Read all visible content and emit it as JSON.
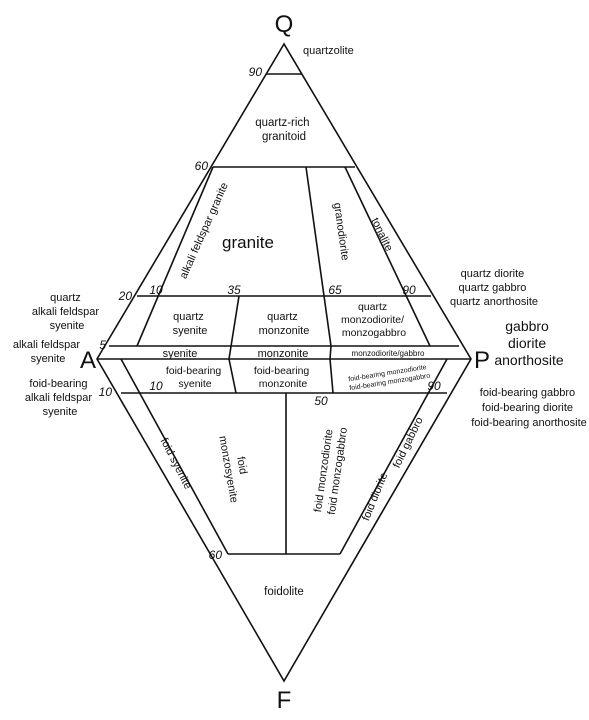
{
  "vertices": {
    "q": "Q",
    "a": "A",
    "p": "P",
    "f": "F"
  },
  "ticks": {
    "q90": "90",
    "q60": "60",
    "q20": "20",
    "q5": "5",
    "s10": "10",
    "s35": "35",
    "s65": "65",
    "s90": "90",
    "f10_left": "10",
    "f10_bottom": "10",
    "f50": "50",
    "f90": "90",
    "f60": "60"
  },
  "fields": {
    "quartzolite": "quartzolite",
    "quartz_rich": [
      "quartz-rich",
      "granitoid"
    ],
    "alkali_feldspar_granite": "alkali feldspar granite",
    "granite": "granite",
    "granodiorite": "granodiorite",
    "tonalite": "tonalite",
    "quartz_syenite": [
      "quartz",
      "syenite"
    ],
    "quartz_monzonite": [
      "quartz",
      "monzonite"
    ],
    "quartz_monzodiorite": [
      "quartz",
      "monzodiorite/",
      "monzogabbro"
    ],
    "syenite": "syenite",
    "monzonite": "monzonite",
    "monzodiorite_gabbro": "monzodiorite/gabbro",
    "foid_bearing_syenite": [
      "foid-bearing",
      "syenite"
    ],
    "foid_bearing_monzonite": [
      "foid-bearing",
      "monzonite"
    ],
    "foid_bearing_monzodiorite": [
      "foid-bearing monzodiorite",
      "foid-bearing monzogabbro"
    ],
    "foid_syenite": "foid syenite",
    "foid_monzosyenite": [
      "foid",
      "monzosyenite"
    ],
    "foid_monzodiorite": [
      "foid monzodiorite",
      "foid monzogabbro"
    ],
    "foid_diorite": "foid diorite",
    "foid_gabbro": "foid gabbro",
    "foidolite": "foidolite"
  },
  "outside": {
    "quartz_diorite_group": [
      "quartz diorite",
      "quartz gabbro",
      "quartz anorthosite"
    ],
    "gabbro_group": [
      "gabbro",
      "diorite",
      "anorthosite"
    ],
    "foid_bearing_gabbro_group": [
      "foid-bearing gabbro",
      "foid-bearing diorite",
      "foid-bearing anorthosite"
    ],
    "quartz_alkali_feldspar_syenite": [
      "quartz",
      "alkali feldspar",
      "syenite"
    ],
    "alkali_feldspar_syenite": [
      "alkali feldspar",
      "syenite"
    ],
    "foid_bearing_alkali_feldspar_syenite": [
      "foid-bearing",
      "alkali feldspar",
      "syenite"
    ]
  }
}
